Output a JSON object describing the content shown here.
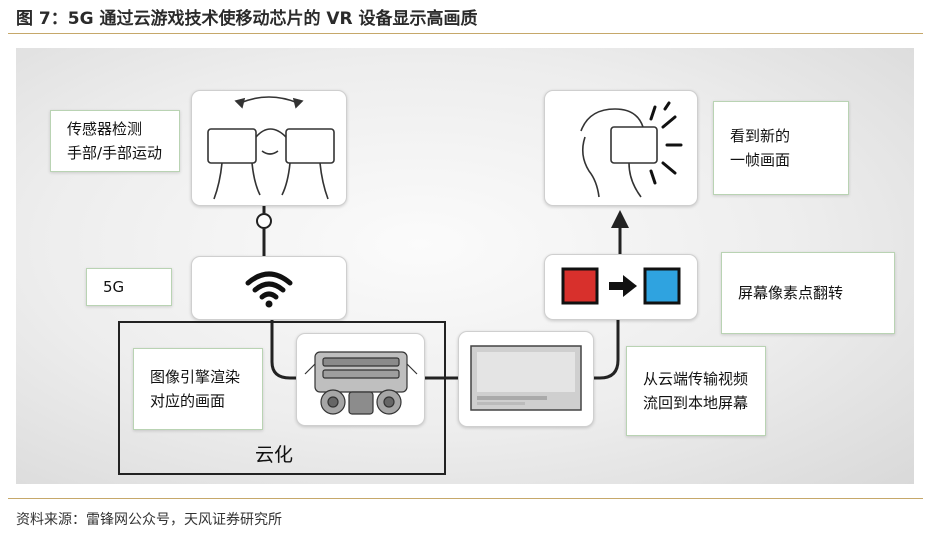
{
  "figure": {
    "title": "图 7：5G 通过云游戏技术使移动芯片的 VR 设备显示高画质",
    "source": "资料来源：雷锋网公众号，天风证券研究所"
  },
  "labels": {
    "sensor": [
      "传感器检测",
      "手部/手部运动"
    ],
    "network": "5G",
    "render": [
      "图像引擎渲染",
      "对应的画面"
    ],
    "cloud": "云化",
    "stream": [
      "从云端传输视频",
      "流回到本地屏幕"
    ],
    "pixel_flip": "屏幕像素点翻转",
    "new_frame": [
      "看到新的",
      "一帧画面"
    ]
  },
  "colors": {
    "pixel_before": "#d8302c",
    "pixel_after": "#2fa3e0",
    "title_rule": "#c6a86a"
  },
  "icons": [
    "head-motion-icon",
    "wifi-icon",
    "engine-icon",
    "video-screen-icon",
    "pixel-flip-icon",
    "vr-viewer-icon"
  ]
}
